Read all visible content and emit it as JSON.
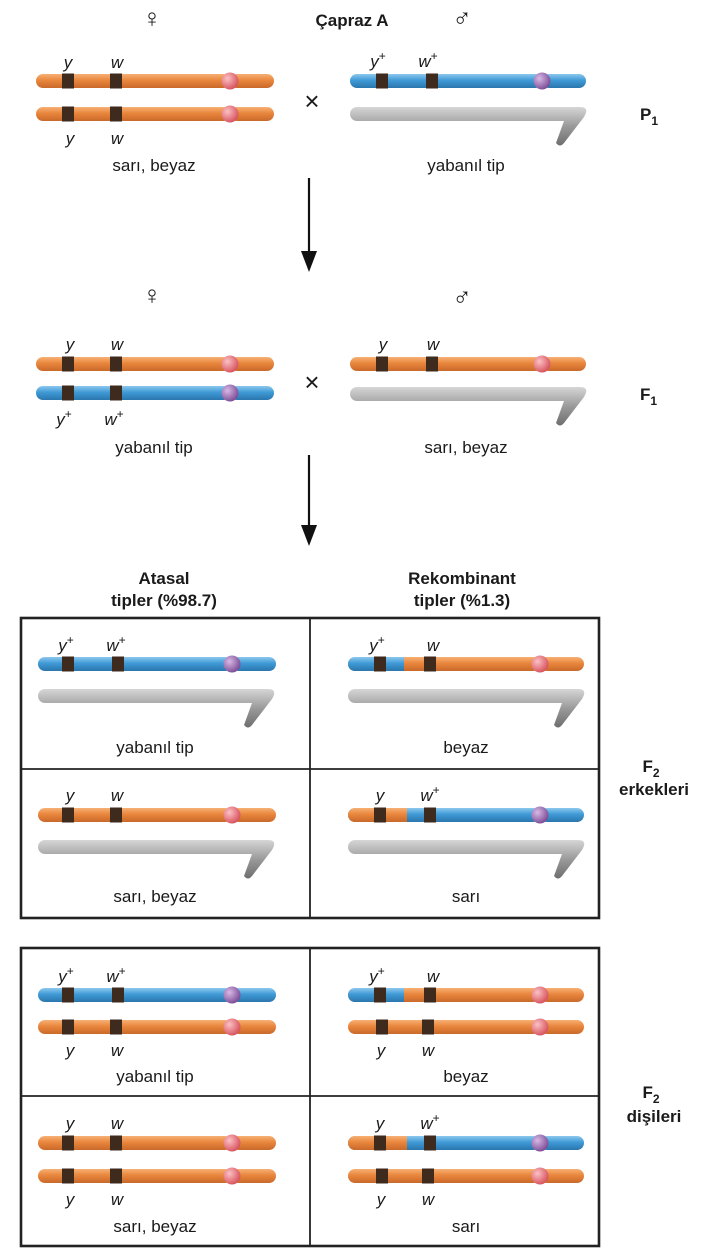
{
  "colors": {
    "orange": "#e9863d",
    "orange_light": "#f6b074",
    "blue": "#3f9ad6",
    "blue_light": "#8cc8ee",
    "gene_band": "#3f2b1e",
    "centromere_red": "#e36b73",
    "centromere_purple": "#9b6ab1",
    "y_chrom": "#9a9a9a",
    "frame": "#222222"
  },
  "symbols": {
    "female": "♀",
    "male": "♂",
    "cross": "×",
    "female_icon": "female-symbol-icon",
    "male_icon": "male-symbol-icon"
  },
  "cross_title": "Çapraz A",
  "alleles": {
    "y_mut": "y",
    "w_mut": "w",
    "y_wt": "y",
    "w_wt": "w",
    "plus": "+"
  },
  "generations": {
    "p1": {
      "letter": "P",
      "sub": "1"
    },
    "f1": {
      "letter": "F",
      "sub": "1"
    },
    "f2_males": {
      "letter": "F",
      "sub": "2",
      "word": "erkekleri"
    },
    "f2_females": {
      "letter": "F",
      "sub": "2",
      "word": "dişileri"
    }
  },
  "phenotypes": {
    "p1_female": "sarı, beyaz",
    "p1_male": "yabanıl tip",
    "f1_female": "yabanıl tip",
    "f1_male": "sarı, beyaz",
    "m_parental_1": "yabanıl tip",
    "m_recomb_1": "beyaz",
    "m_parental_2": "sarı, beyaz",
    "m_recomb_2": "sarı",
    "f_parental_1": "yabanıl tip",
    "f_recomb_1": "beyaz",
    "f_parental_2": "sarı, beyaz",
    "f_recomb_2": "sarı"
  },
  "columns": {
    "parental_line1": "Atasal",
    "parental_line2": "tipler (%98.7)",
    "recomb_line1": "Rekombinant",
    "recomb_line2": "tipler (%1.3)"
  },
  "percentages": {
    "parental": 98.7,
    "recombinant": 1.3
  }
}
